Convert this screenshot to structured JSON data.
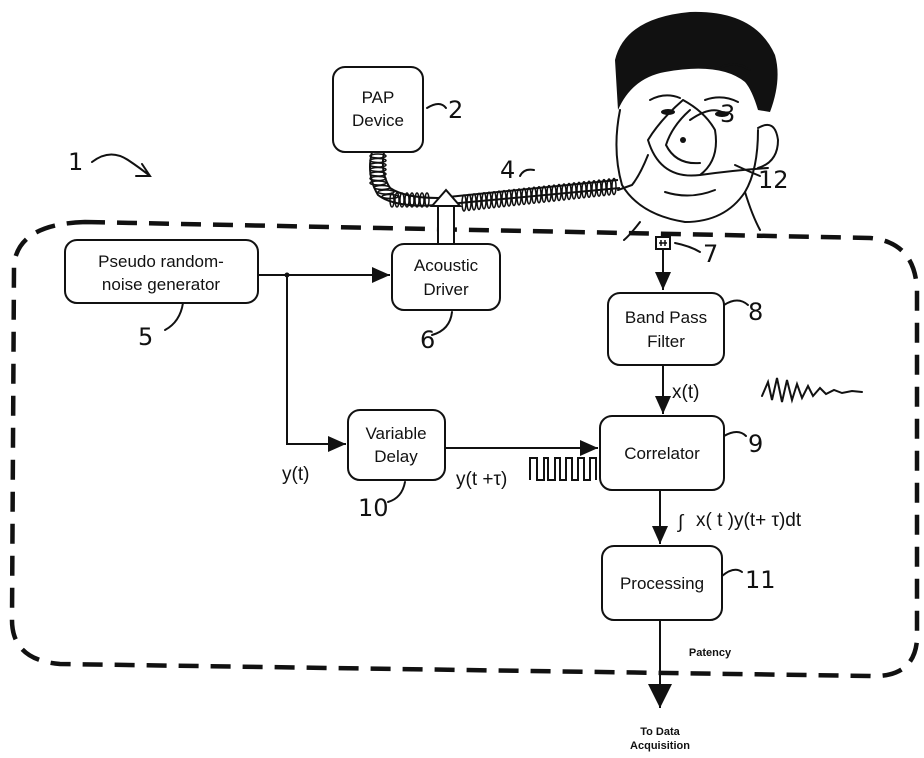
{
  "ref": {
    "system": "1"
  },
  "blocks": {
    "pap": {
      "line1": "PAP",
      "line2": "Device",
      "ref": "2"
    },
    "noise": {
      "line1": "Pseudo random-",
      "line2": "noise generator",
      "ref": "5"
    },
    "driver": {
      "line1": "Acoustic",
      "line2": "Driver",
      "ref": "6"
    },
    "filter": {
      "line1": "Band Pass",
      "line2": "Filter",
      "ref": "8"
    },
    "delay": {
      "line1": "Variable",
      "line2": "Delay",
      "ref": "10"
    },
    "correlator": {
      "line1": "Correlator",
      "ref": "9"
    },
    "processing": {
      "line1": "Processing",
      "ref": "11"
    }
  },
  "refs": {
    "mask": "3",
    "hose": "4",
    "microphone": "7",
    "strap": "12"
  },
  "signals": {
    "y": "y(t)",
    "y_delayed": "y(t +τ)",
    "x": "x(t)",
    "integral_symbol": "∫",
    "integral": "x( t )y(t+ τ)dt",
    "patency": "Patency",
    "output_line1": "To Data",
    "output_line2": "Acquisition"
  },
  "icons": [
    "face-illustration",
    "hose-coil",
    "microphone-icon",
    "noise-waveform",
    "pulse-train"
  ]
}
